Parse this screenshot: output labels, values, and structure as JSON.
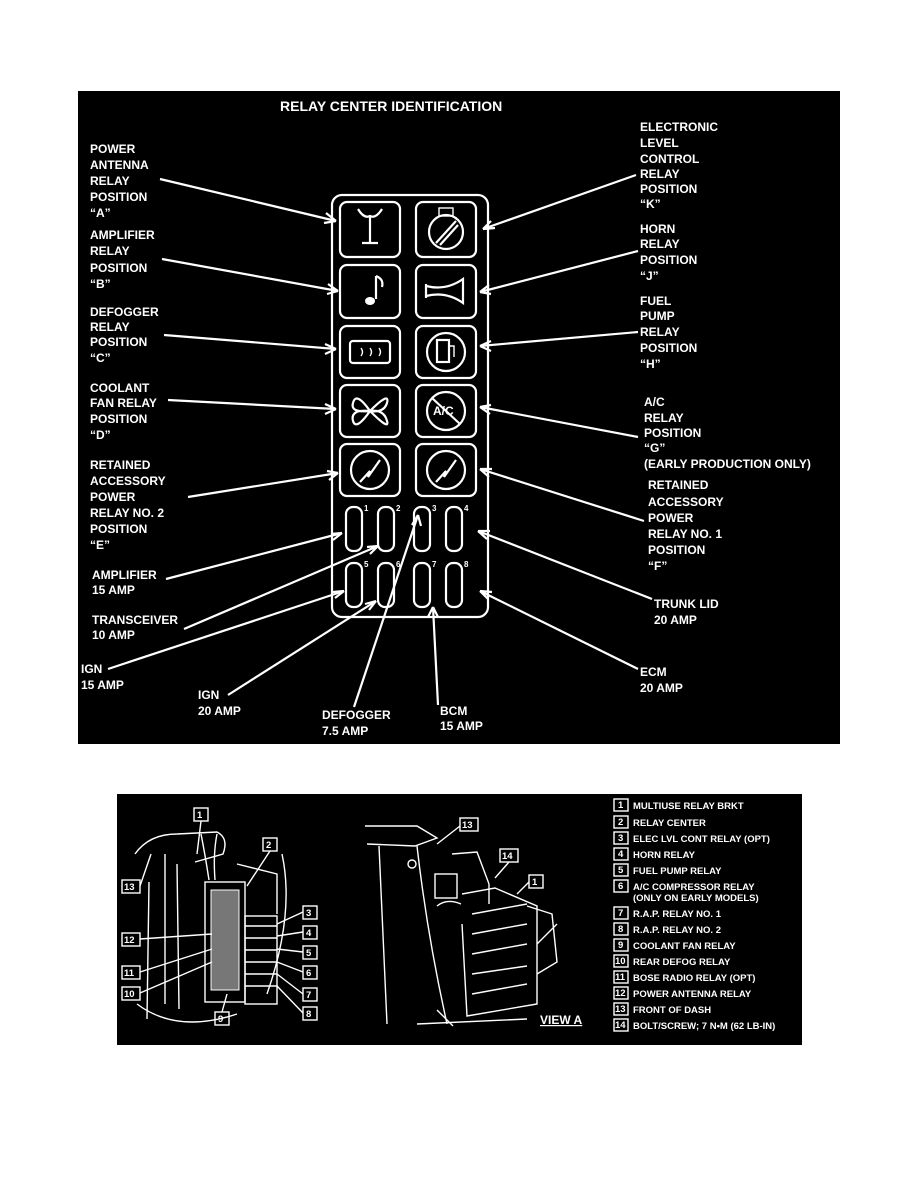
{
  "top_diagram": {
    "title": "RELAY CENTER IDENTIFICATION",
    "left_labels": [
      {
        "key": "power_antenna",
        "lines": [
          "POWER",
          "ANTENNA",
          "RELAY",
          "POSITION",
          "“A”"
        ]
      },
      {
        "key": "amplifier",
        "lines": [
          "AMPLIFIER",
          "RELAY",
          "POSITION",
          "“B”"
        ]
      },
      {
        "key": "defogger",
        "lines": [
          "DEFOGGER",
          "RELAY",
          "POSITION",
          "“C”"
        ]
      },
      {
        "key": "coolant",
        "lines": [
          "COOLANT",
          "FAN RELAY",
          "POSITION",
          "“D”"
        ]
      },
      {
        "key": "rap2",
        "lines": [
          "RETAINED",
          "ACCESSORY",
          "POWER",
          "RELAY NO. 2",
          "POSITION",
          "“E”"
        ]
      }
    ],
    "right_labels": [
      {
        "key": "elc",
        "lines": [
          "ELECTRONIC",
          "LEVEL",
          "CONTROL",
          "RELAY",
          "POSITION",
          "“K”"
        ]
      },
      {
        "key": "horn",
        "lines": [
          "HORN",
          "RELAY",
          "POSITION",
          "“J”"
        ]
      },
      {
        "key": "fuel",
        "lines": [
          "FUEL",
          "PUMP",
          "RELAY",
          "POSITION",
          "“H”"
        ]
      },
      {
        "key": "ac",
        "lines": [
          "A/C",
          "RELAY",
          "POSITION",
          "“G”",
          "(EARLY PRODUCTION ONLY)"
        ]
      },
      {
        "key": "rap1",
        "lines": [
          "RETAINED",
          "ACCESSORY",
          "POWER",
          "RELAY NO. 1",
          "POSITION",
          "“F”"
        ]
      }
    ],
    "fuse_labels": {
      "amplifier": [
        "AMPLIFIER",
        "15 AMP"
      ],
      "transceiver": [
        "TRANSCEIVER",
        "10 AMP"
      ],
      "ign15": [
        "IGN",
        "15 AMP"
      ],
      "ign20": [
        "IGN",
        "20 AMP"
      ],
      "defogger": [
        "DEFOGGER",
        "7.5 AMP"
      ],
      "bcm": [
        "BCM",
        "15 AMP"
      ],
      "trunk": [
        "TRUNK LID",
        "20 AMP"
      ],
      "ecm": [
        "ECM",
        "20 AMP"
      ]
    },
    "fuse_numbers": [
      "1",
      "2",
      "3",
      "4",
      "5",
      "6",
      "7",
      "8"
    ],
    "ac_icon_text": "A/C"
  },
  "bottom_diagram": {
    "view_label": "VIEW A",
    "legend": [
      {
        "num": "1",
        "text": "MULTIUSE RELAY BRKT"
      },
      {
        "num": "2",
        "text": "RELAY CENTER"
      },
      {
        "num": "3",
        "text": "ELEC LVL CONT RELAY (OPT)"
      },
      {
        "num": "4",
        "text": "HORN RELAY"
      },
      {
        "num": "5",
        "text": "FUEL PUMP RELAY"
      },
      {
        "num": "6",
        "text": "A/C COMPRESSOR RELAY",
        "text2": "(ONLY ON EARLY MODELS)"
      },
      {
        "num": "7",
        "text": "R.A.P. RELAY NO. 1"
      },
      {
        "num": "8",
        "text": "R.A.P. RELAY NO. 2"
      },
      {
        "num": "9",
        "text": "COOLANT FAN RELAY"
      },
      {
        "num": "10",
        "text": "REAR DEFOG RELAY"
      },
      {
        "num": "11",
        "text": "BOSE RADIO RELAY (OPT)"
      },
      {
        "num": "12",
        "text": "POWER ANTENNA RELAY"
      },
      {
        "num": "13",
        "text": "FRONT OF DASH"
      },
      {
        "num": "14",
        "text": "BOLT/SCREW; 7 N•M (62 LB-IN)"
      }
    ],
    "callouts": [
      "1",
      "2",
      "3",
      "4",
      "5",
      "6",
      "7",
      "8",
      "9",
      "10",
      "11",
      "12",
      "13",
      "14"
    ]
  },
  "colors": {
    "panel": "#000000",
    "ink": "#ffffff",
    "page": "#ffffff"
  }
}
